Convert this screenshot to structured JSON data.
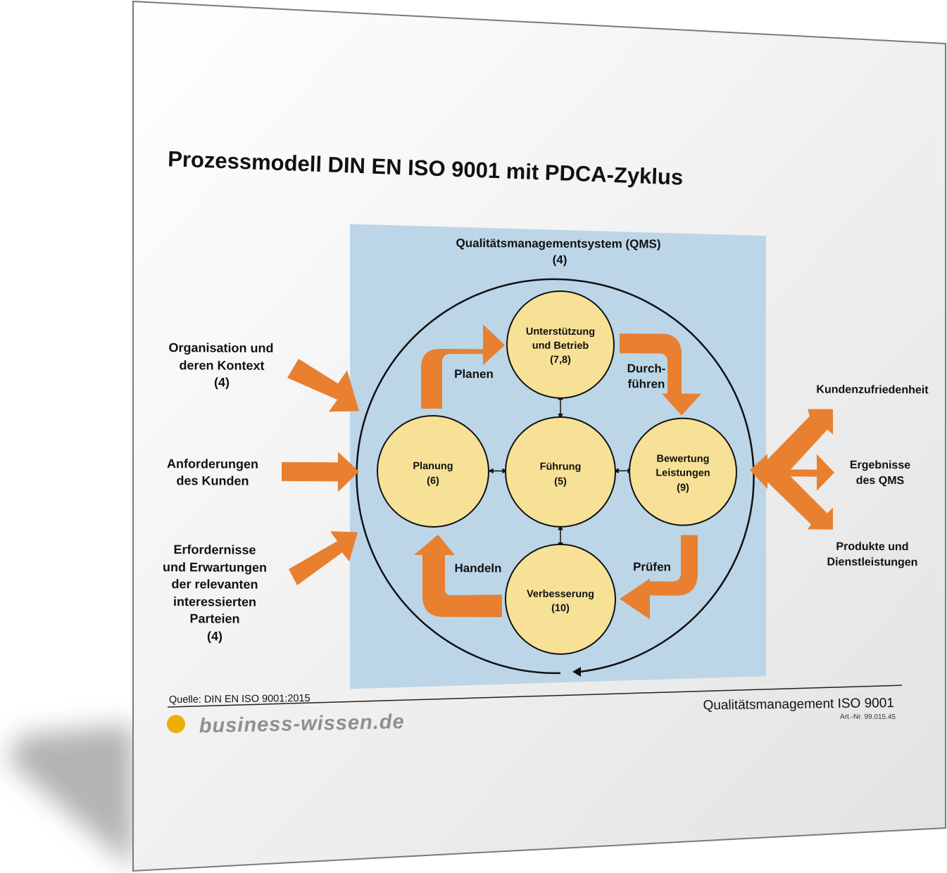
{
  "title": "Prozessmodell DIN EN ISO 9001 mit PDCA-Zyklus",
  "qms": {
    "label_line1": "Qualitätsmanagementsystem (QMS)",
    "label_line2": "(4)"
  },
  "inputs": [
    {
      "lines": [
        "Organisation und",
        "deren Kontext",
        "(4)"
      ]
    },
    {
      "lines": [
        "Anforderungen",
        "des Kunden"
      ]
    },
    {
      "lines": [
        "Erfordernisse",
        "und Erwartungen",
        "der relevanten",
        "interessierten",
        "Parteien",
        "(4)"
      ]
    }
  ],
  "outputs": [
    {
      "lines": [
        "Kundenzufriedenheit"
      ]
    },
    {
      "lines": [
        "Ergebnisse",
        "des QMS"
      ]
    },
    {
      "lines": [
        "Produkte und",
        "Dienstleistungen"
      ]
    }
  ],
  "nodes": {
    "top": {
      "lines": [
        "Unterstützung",
        "und Betrieb",
        "(7,8)"
      ]
    },
    "left": {
      "lines": [
        "Planung",
        "(6)"
      ]
    },
    "center": {
      "lines": [
        "Führung",
        "(5)"
      ]
    },
    "right": {
      "lines": [
        "Bewertung",
        "Leistungen",
        "(9)"
      ]
    },
    "bottom": {
      "lines": [
        "Verbesserung",
        "(10)"
      ]
    }
  },
  "cycle_labels": {
    "plan": [
      "Planen"
    ],
    "do": [
      "Durch-",
      "führen"
    ],
    "check": [
      "Prüfen"
    ],
    "act": [
      "Handeln"
    ]
  },
  "footer": {
    "source": "Quelle: DIN EN ISO 9001:2015",
    "brand": "business-wissen.de",
    "product": "Qualitätsmanagement ISO 9001",
    "article": "Art.-Nr. 99.015.45"
  },
  "colors": {
    "qms_bg": "#bcd6e8",
    "node_fill": "#f6e196",
    "arrow": "#e8802f",
    "brand_dot": "#eab008",
    "brand_text": "#8f8f8f"
  }
}
